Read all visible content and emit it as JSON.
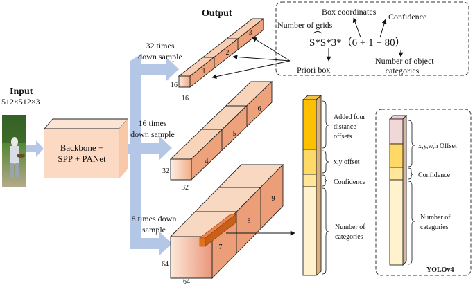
{
  "input": {
    "title": "Input",
    "size": "512×512×3"
  },
  "backbone": {
    "line1": "Backbone +",
    "line2": "SPP + PANet"
  },
  "output_title": "Output",
  "scales": [
    {
      "line1": "32 times",
      "line2": "down sample"
    },
    {
      "line1": "16 times",
      "line2": "down sample"
    },
    {
      "line1": "8 times down",
      "line2": "sample"
    }
  ],
  "grid_labels": {
    "s16_side": "16",
    "s16_bottom": "16",
    "s32_side": "32",
    "s32_bottom": "32",
    "s64_side": "64",
    "s64_bottom": "64"
  },
  "cell_numbers": [
    "1",
    "2",
    "3",
    "4",
    "5",
    "6",
    "7",
    "8",
    "9"
  ],
  "formula": {
    "box_coordinates": "Box coordinates",
    "confidence": "Confidence",
    "number_of_grids": "Number of grids",
    "expression": "S*S*3*（6 + 1 + 80）",
    "priori_box": "Priori box",
    "num_categories_1": "Number of object",
    "num_categories_2": "categories"
  },
  "left_bar": {
    "offsets_1": "Added four",
    "offsets_2": "distance",
    "offsets_3": "offsets",
    "xy_offset": "x,y offset",
    "confidence": "Confidence",
    "categories_1": "Number of",
    "categories_2": "categories"
  },
  "yolov4_bar": {
    "xywh_offset": "x,y,w,h Offset",
    "confidence": "Confidence",
    "categories_1": "Number of",
    "categories_2": "categories",
    "title": "YOLOv4"
  },
  "colors": {
    "arrow_blue": "#b4c7e7",
    "cube_light": "#fbe5d6",
    "cube_mid": "#f4b183",
    "cube_dark": "#e2906a",
    "cell_highlight": "#e2731b",
    "offsets_gold": "#ffc000",
    "xy_yellow": "#ffd966",
    "conf_yellow": "#ffe699",
    "cat_cream": "#fff2cc",
    "xywh_pink": "#f2d7d9"
  }
}
